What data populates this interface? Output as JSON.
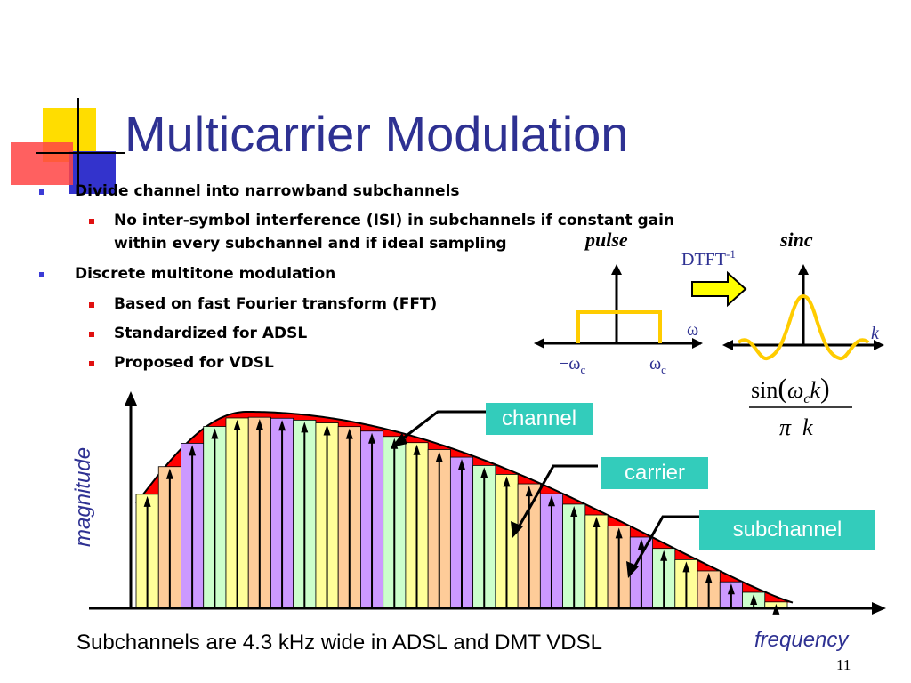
{
  "title": "Multicarrier Modulation",
  "bullets": [
    {
      "text": "Divide channel into narrowband subchannels",
      "sub": [
        "No inter-symbol interference (ISI) in subchannels if constant gain",
        "within every subchannel and if ideal sampling"
      ]
    },
    {
      "text": "Discrete multitone modulation",
      "sub": [
        "Based on fast Fourier transform (FFT)",
        "Standardized for ADSL",
        "Proposed for VDSL"
      ]
    }
  ],
  "dtft": {
    "pulse_label": "pulse",
    "sinc_label": "sinc",
    "op_main": "DTFT",
    "op_sup": "-1",
    "omega": "ω",
    "neg_wc": "−ω",
    "pos_wc": "ω",
    "sub_c": "c",
    "k": "k",
    "formula_sin": "sin",
    "formula_wc": "ω",
    "formula_c": "c",
    "formula_k": "k",
    "formula_den": "π  k"
  },
  "diagram": {
    "ylabel": "magnitude",
    "xlabel": "frequency",
    "labels": [
      "channel",
      "carrier",
      "subchannel"
    ],
    "num_subchannels": 29,
    "bar_colors": [
      "#ffff99",
      "#fecc99",
      "#cc99ff",
      "#ccffcc"
    ],
    "envelope_color": "#ff0000"
  },
  "caption": "Subchannels are 4.3 kHz wide in ADSL and DMT VDSL",
  "page_number": "11"
}
